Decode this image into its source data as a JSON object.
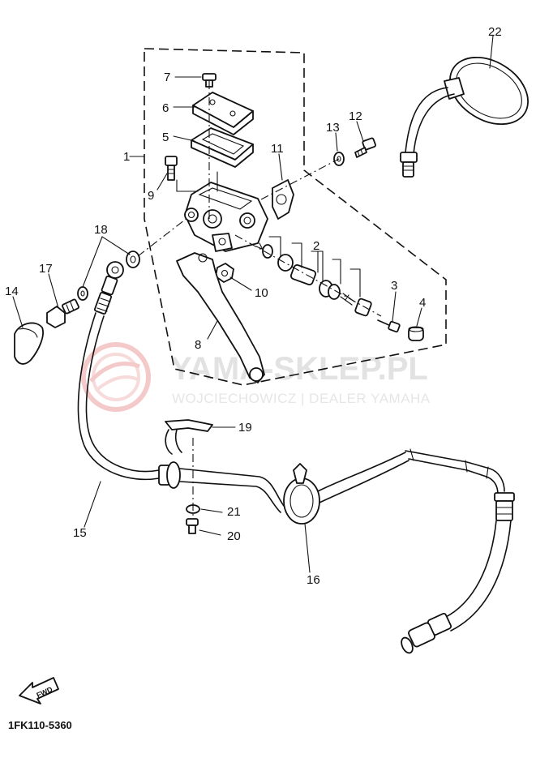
{
  "diagram": {
    "code": "1FK110-5360",
    "fwd_label": "FWD",
    "colors": {
      "line": "#111111",
      "watermark_text": "#e2e2e2",
      "watermark_logo": "#f4c9c9"
    },
    "watermark": {
      "title": "YAMA-SKLEP.PL",
      "subtitle": "WOJCIECHOWICZ | DEALER YAMAHA"
    },
    "callouts": [
      "1",
      "2",
      "3",
      "4",
      "5",
      "6",
      "7",
      "8",
      "9",
      "10",
      "11",
      "12",
      "13",
      "14",
      "15",
      "16",
      "17",
      "18",
      "19",
      "20",
      "21",
      "22"
    ]
  }
}
